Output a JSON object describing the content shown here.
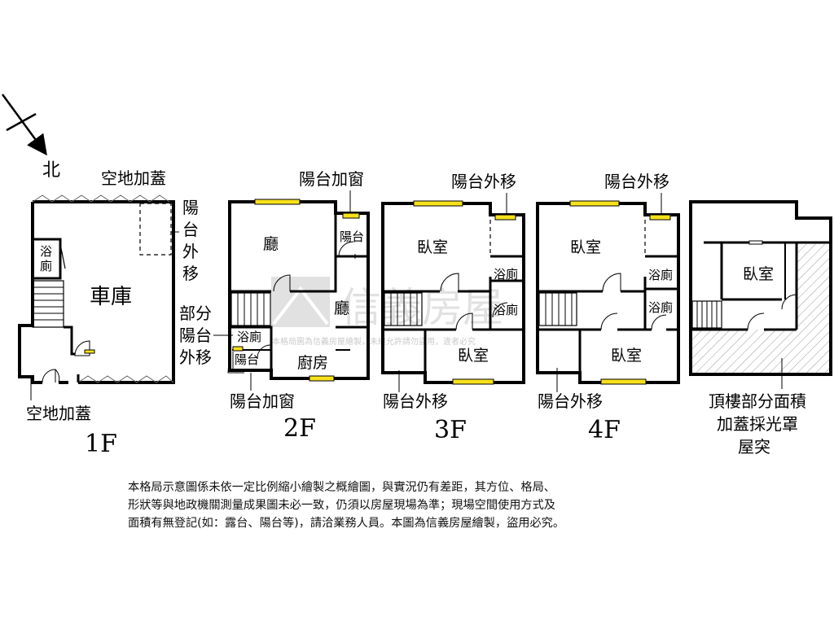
{
  "compass": {
    "label": "北"
  },
  "floors": {
    "f1": {
      "label": "1F",
      "rooms": {
        "garage": "車庫",
        "bath1": "浴",
        "bath2": "廁"
      },
      "notes": {
        "top_ext": "空地加蓋",
        "balcony_v": [
          "陽",
          "台",
          "外",
          "移"
        ],
        "bottom_ext": "空地加蓋"
      }
    },
    "f2": {
      "label": "2F",
      "rooms": {
        "living": "廳",
        "balcony": "陽台",
        "hall": "廳",
        "bath": "浴廁",
        "yard": "陽台",
        "kitchen": "廚房"
      },
      "notes": {
        "top": "陽台加窗",
        "partial": [
          "部分",
          "陽台",
          "外移"
        ],
        "bottom": "陽台加窗"
      }
    },
    "f3": {
      "label": "3F",
      "rooms": {
        "bed1": "臥室",
        "bath1": "浴廁",
        "bath2": "浴廁",
        "bed2": "臥室"
      },
      "notes": {
        "top": "陽台外移",
        "bottom": "陽台外移"
      }
    },
    "f4": {
      "label": "4F",
      "rooms": {
        "bed1": "臥室",
        "bath1": "浴廁",
        "bath2": "浴廁",
        "bed2": "臥室"
      },
      "notes": {
        "top": "陽台外移",
        "bottom": "陽台外移"
      }
    },
    "roof": {
      "rooms": {
        "bed": "臥室"
      },
      "notes": [
        "頂樓部分面積",
        "加蓋採光罩",
        "屋突"
      ]
    }
  },
  "watermark": {
    "brand": "信義房屋",
    "fine": "本格局圖為信義房屋繪製，未經允許請勿盜用，違者必究"
  },
  "disclaimer": [
    "本格局示意圖係未依一定比例縮小繪製之概繪圖，與實況仍有差距，其方位、格局、",
    "形狀等與地政機關測量成果圖未必一致，仍須以房屋現場為準；現場空間使用方式及",
    "面積有無登記(如：露台、陽台等)，請洽業務人員。本圖為信義房屋繪製，盜用必究。"
  ]
}
